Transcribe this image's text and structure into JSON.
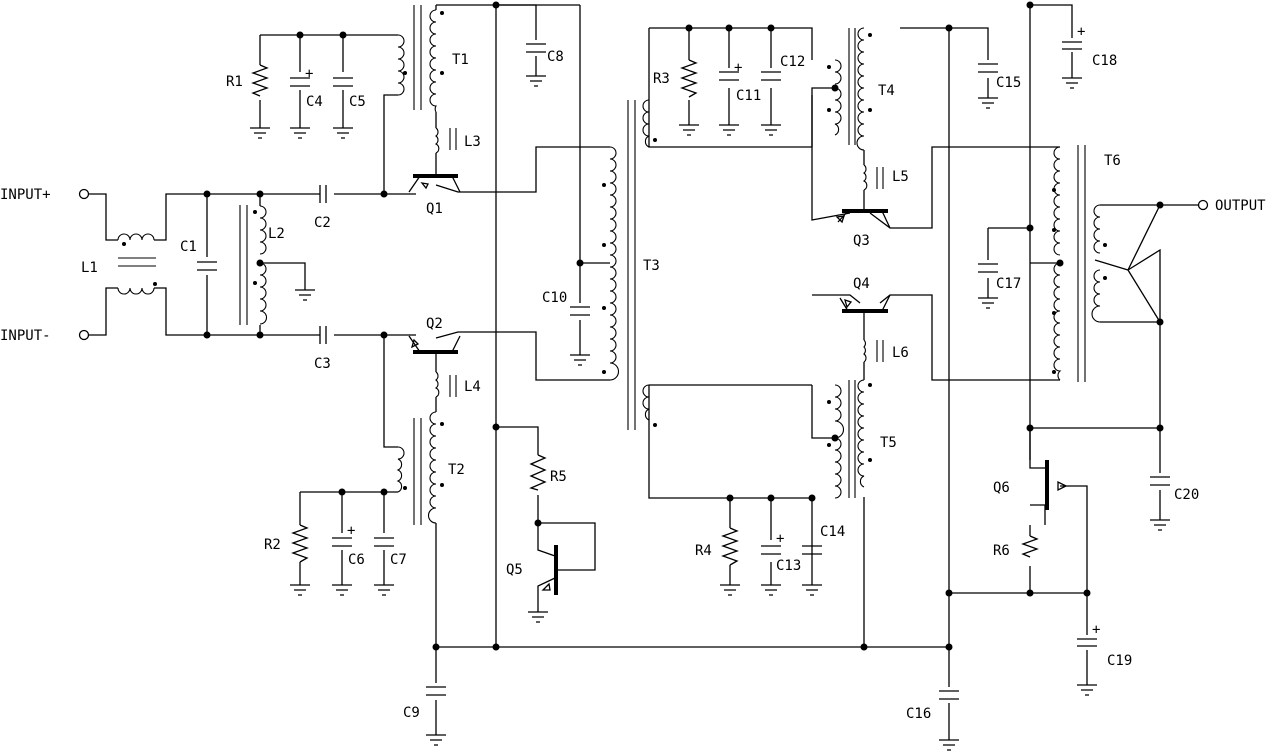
{
  "diagram": {
    "inputs": {
      "pos": "INPUT+",
      "neg": "INPUT-"
    },
    "output": "OUTPUT",
    "plus": "+",
    "transformers": [
      "T1",
      "T2",
      "T3",
      "T4",
      "T5",
      "T6"
    ],
    "inductors": [
      "L1",
      "L2",
      "L3",
      "L4",
      "L5",
      "L6"
    ],
    "transistors": [
      "Q1",
      "Q2",
      "Q3",
      "Q4",
      "Q5",
      "Q6"
    ],
    "resistors": [
      "R1",
      "R2",
      "R3",
      "R4",
      "R5",
      "R6"
    ],
    "capacitors": [
      "C1",
      "C2",
      "C3",
      "C4",
      "C5",
      "C6",
      "C7",
      "C8",
      "C9",
      "C10",
      "C11",
      "C12",
      "C13",
      "C14",
      "C15",
      "C16",
      "C17",
      "C18",
      "C19",
      "C20"
    ]
  }
}
